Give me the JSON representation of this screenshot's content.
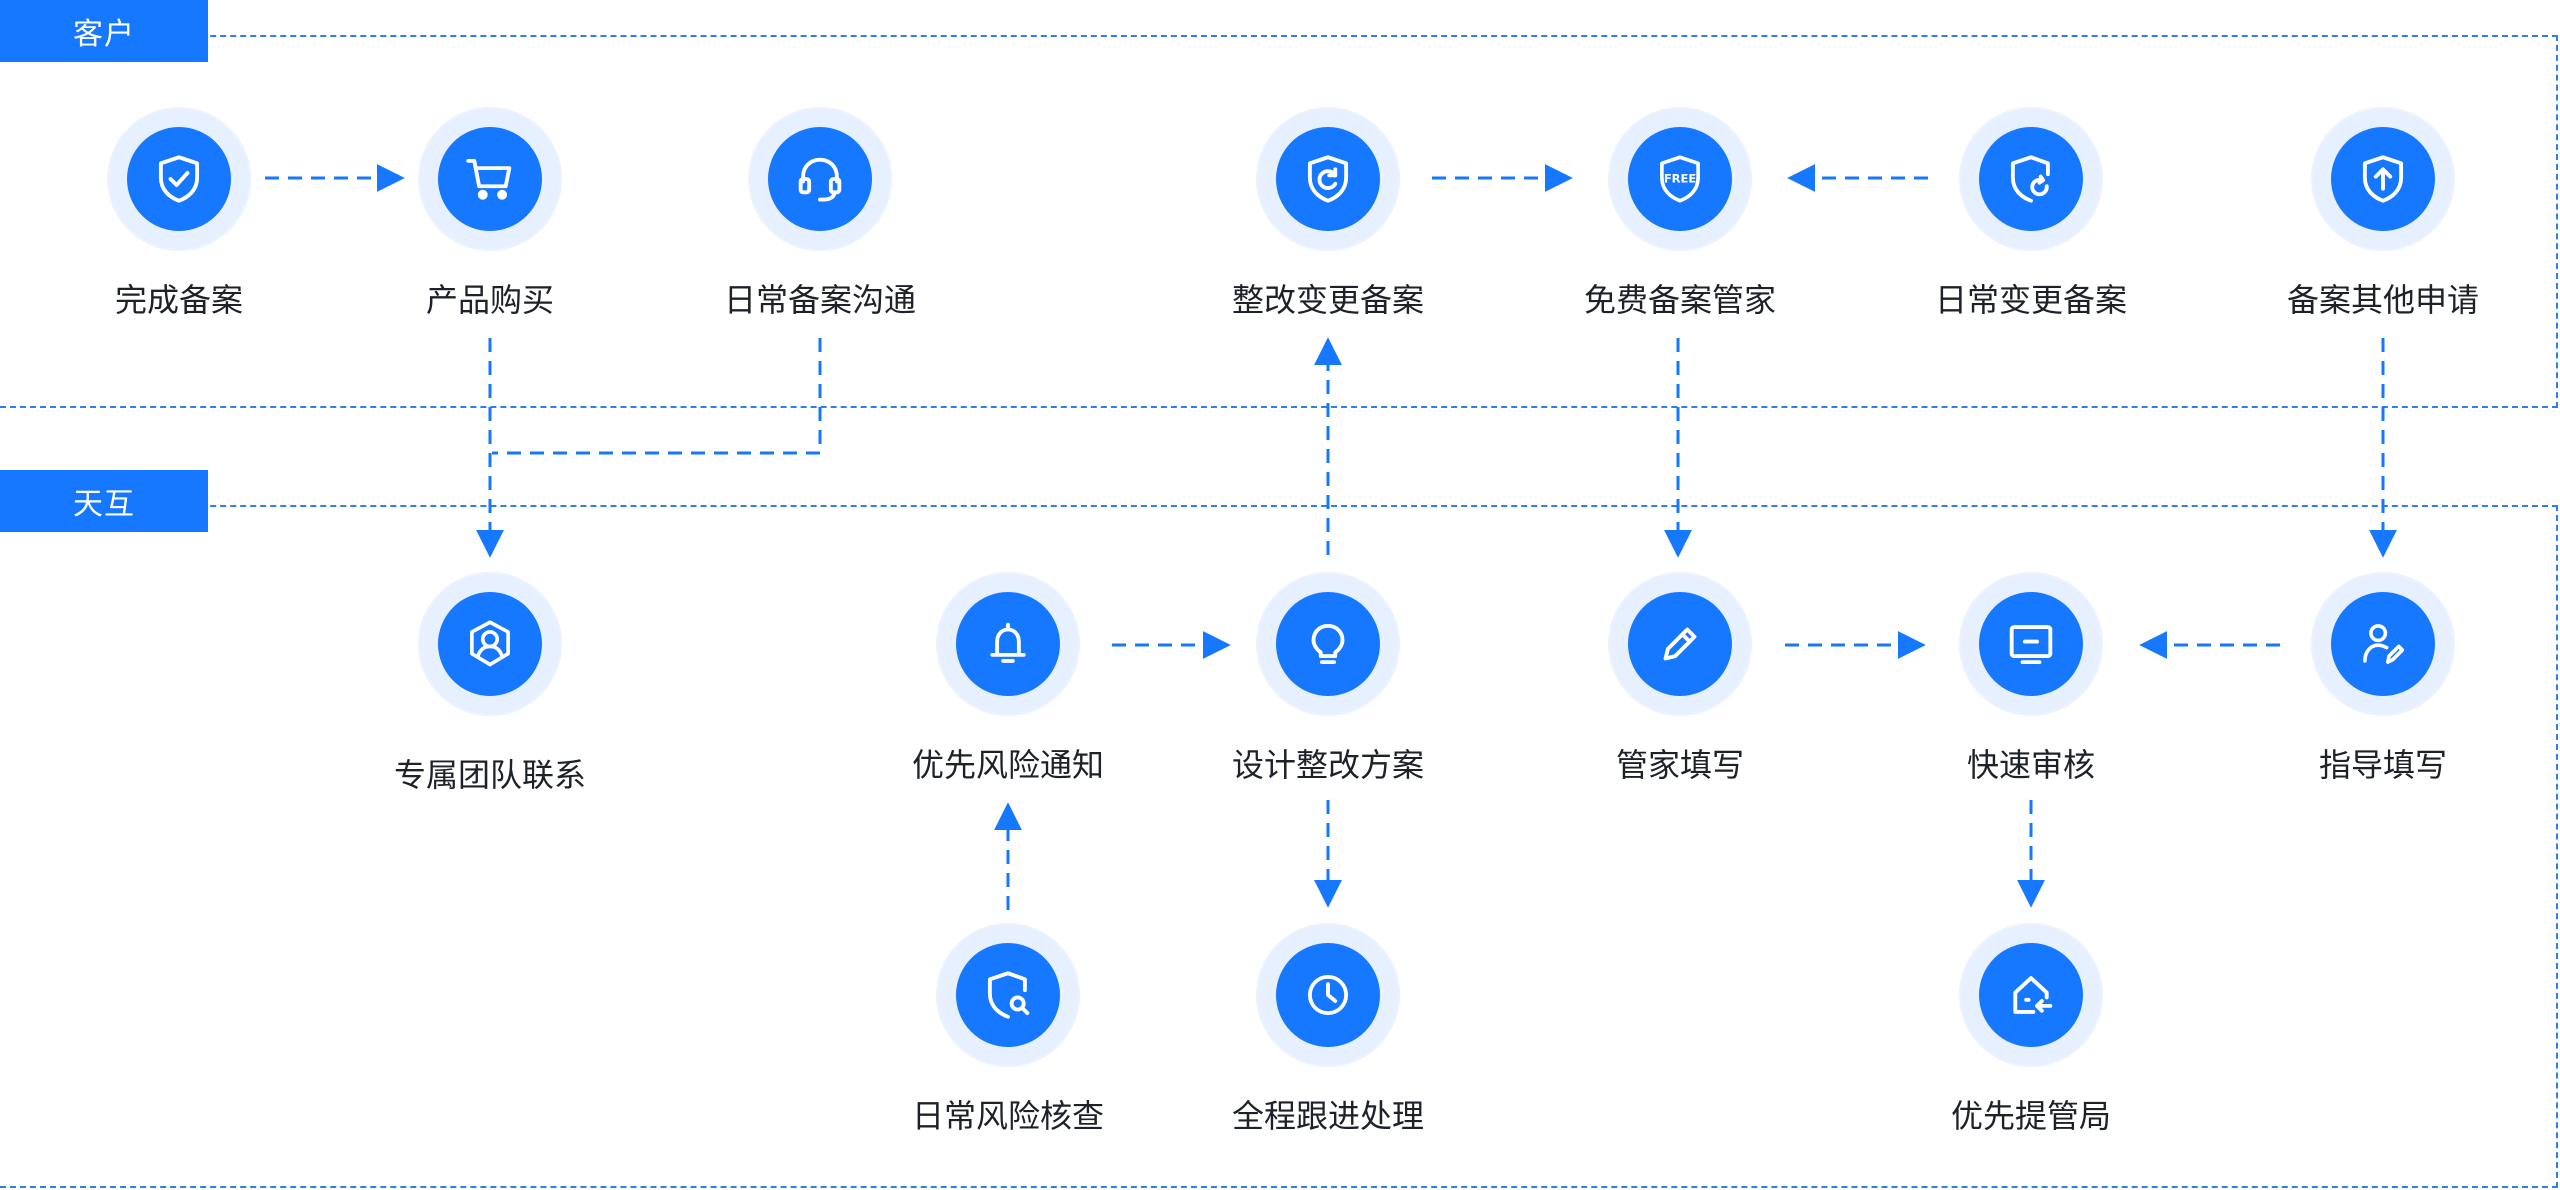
{
  "lanes": {
    "customer": "客户",
    "tianhu": "天互"
  },
  "nodes": {
    "n1": {
      "label": "完成备案",
      "icon": "shield-check-icon"
    },
    "n2": {
      "label": "产品购买",
      "icon": "shopping-cart-icon"
    },
    "n3": {
      "label": "日常备案沟通",
      "icon": "headset-icon"
    },
    "n4": {
      "label": "整改变更备案",
      "icon": "shield-refresh-icon"
    },
    "n5": {
      "label": "免费备案管家",
      "icon": "free-shield-icon"
    },
    "n6": {
      "label": "日常变更备案",
      "icon": "shield-rotate-icon"
    },
    "n7": {
      "label": "备案其他申请",
      "icon": "shield-upload-icon"
    },
    "n8": {
      "label": "专属团队联系",
      "icon": "team-contact-icon"
    },
    "n9": {
      "label": "优先风险通知",
      "icon": "bell-icon"
    },
    "n10": {
      "label": "设计整改方案",
      "icon": "lightbulb-icon"
    },
    "n11": {
      "label": "管家填写",
      "icon": "pen-icon"
    },
    "n12": {
      "label": "快速审核",
      "icon": "monitor-icon"
    },
    "n13": {
      "label": "指导填写",
      "icon": "user-edit-icon"
    },
    "n14": {
      "label": "日常风险核查",
      "icon": "shield-search-icon"
    },
    "n15": {
      "label": "全程跟进处理",
      "icon": "clock-icon"
    },
    "n16": {
      "label": "优先提管局",
      "icon": "house-submit-icon"
    }
  },
  "colors": {
    "accent": "#1677ff",
    "halo": "#e6f0ff",
    "text": "#1d2129"
  }
}
